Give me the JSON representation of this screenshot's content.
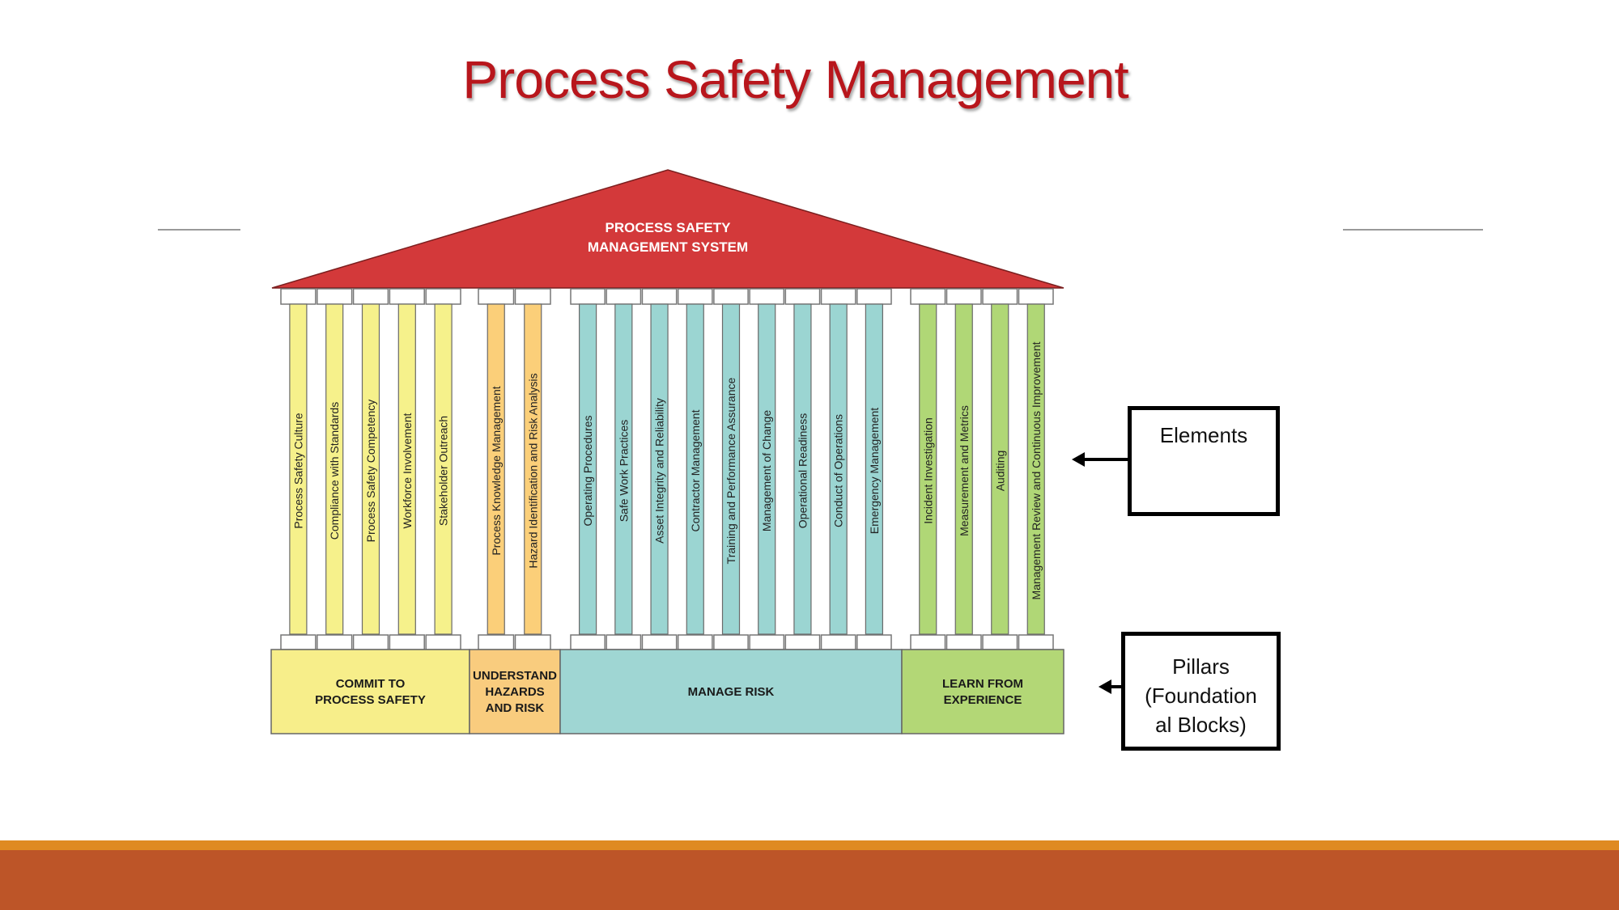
{
  "title": "Process Safety Management",
  "roof": {
    "label_line1": "PROCESS SAFETY",
    "label_line2": "MANAGEMENT SYSTEM",
    "color": "#d3393a"
  },
  "pillars": [
    {
      "label_lines": [
        "COMMIT TO",
        "PROCESS SAFETY"
      ],
      "base_color": "#f7ee8a",
      "column_color": "#f6f18b",
      "elements": [
        "Process Safety Culture",
        "Compliance with Standards",
        "Process Safety Competency",
        "Workforce Involvement",
        "Stakeholder Outreach"
      ]
    },
    {
      "label_lines": [
        "UNDERSTAND",
        "HAZARDS",
        "AND RISK"
      ],
      "base_color": "#f9cc7e",
      "column_color": "#fbcf79",
      "elements": [
        "Process Knowledge Management",
        "Hazard Identification and Risk Analysis"
      ]
    },
    {
      "label_lines": [
        "MANAGE RISK"
      ],
      "base_color": "#9fd6d3",
      "column_color": "#9bd5d2",
      "elements": [
        "Operating Procedures",
        "Safe Work Practices",
        "Asset Integrity and Reliability",
        "Contractor Management",
        "Training and Performance Assurance",
        "Management of Change",
        "Operational Readiness",
        "Conduct of Operations",
        "Emergency Management"
      ]
    },
    {
      "label_lines": [
        "LEARN FROM",
        "EXPERIENCE"
      ],
      "base_color": "#b3d776",
      "column_color": "#b0d776",
      "elements": [
        "Incident Investigation",
        "Measurement and Metrics",
        "Auditing",
        "Management Review and Continuous Improvement"
      ]
    }
  ],
  "callouts": {
    "elements": "Elements",
    "pillars_lines": [
      "Pillars",
      "(Foundation",
      "al Blocks)"
    ]
  },
  "colors": {
    "title": "#b8161c",
    "band_top": "#df8a22",
    "band_bottom": "#bd5528"
  }
}
